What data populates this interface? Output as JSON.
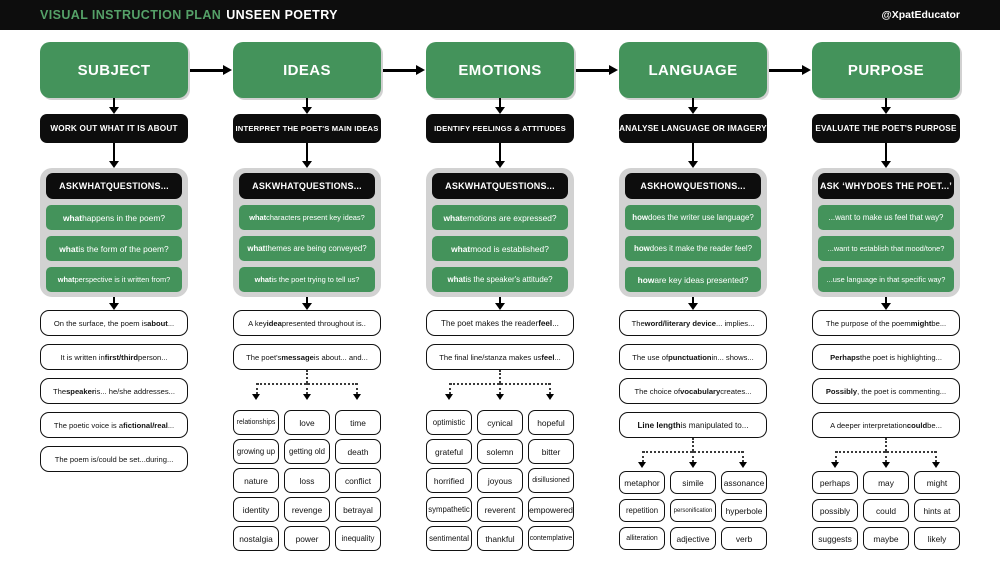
{
  "header": {
    "title_highlight": "VISUAL INSTRUCTION PLAN",
    "title_rest": "UNSEEN POETRY",
    "handle": "@XpatEducator"
  },
  "colors": {
    "green": "#44935b",
    "black": "#0d0d0d",
    "panel_gray": "#d2d2d2"
  },
  "columns": [
    {
      "title": "SUBJECT",
      "subtitle": "WORK OUT WHAT IT IS ABOUT",
      "ask": "ASK **WHAT** QUESTIONS...",
      "questions": [
        "**what** happens in the poem?",
        "**what** is the form of the poem?",
        "**what** perspective is it written from?"
      ],
      "statements": [
        "On the surface, the poem is **about**...",
        "It is written in **first/third** person...",
        "The **speaker** is... he/she addresses...",
        "The poetic voice is a **fictional/real**...",
        "The poem is/could be set...during..."
      ],
      "words": []
    },
    {
      "title": "IDEAS",
      "subtitle": "INTERPRET THE POET'S MAIN IDEAS",
      "ask": "ASK **WHAT** QUESTIONS...",
      "questions": [
        "**what** characters present key ideas?",
        "**what** themes are being conveyed?",
        "**what** is the poet trying to tell us?"
      ],
      "statements": [
        "A key **idea** presented throughout is..",
        "The poet's **message** is about... and..."
      ],
      "words": [
        "relationships",
        "love",
        "time",
        "growing up",
        "getting old",
        "death",
        "nature",
        "loss",
        "conflict",
        "identity",
        "revenge",
        "betrayal",
        "nostalgia",
        "power",
        "inequality"
      ]
    },
    {
      "title": "EMOTIONS",
      "subtitle": "IDENTIFY FEELINGS & ATTITUDES",
      "ask": "ASK **WHAT** QUESTIONS...",
      "questions": [
        "**what** emotions are expressed?",
        "**what** mood is established?",
        "**what** is the speaker's attitude?"
      ],
      "statements": [
        "The poet makes the reader **feel**...",
        "The final line/stanza makes us **feel**..."
      ],
      "words": [
        "optimistic",
        "cynical",
        "hopeful",
        "grateful",
        "solemn",
        "bitter",
        "horrified",
        "joyous",
        "disillusioned",
        "sympathetic",
        "reverent",
        "empowered",
        "sentimental",
        "thankful",
        "contemplative"
      ]
    },
    {
      "title": "LANGUAGE",
      "subtitle": "ANALYSE LANGUAGE OR IMAGERY",
      "ask": "ASK **HOW** QUESTIONS...",
      "questions": [
        "**how** does the writer use language?",
        "**how** does it make the reader feel?",
        "**how** are key ideas presented?"
      ],
      "statements": [
        "The **word/literary device**... implies...",
        "The use of **punctuation** in... shows...",
        "The choice of **vocabulary** creates...",
        "**Line length** is manipulated to..."
      ],
      "words": [
        "metaphor",
        "simile",
        "assonance",
        "repetition",
        "personification",
        "hyperbole",
        "alliteration",
        "adjective",
        "verb"
      ]
    },
    {
      "title": "PURPOSE",
      "subtitle": "EVALUATE THE POET'S PURPOSE",
      "ask": "ASK ‘**WHY** DOES THE POET...’",
      "questions": [
        "...want to make us feel that way?",
        "...want to establish that mood/tone?",
        "...use language in that specific way?"
      ],
      "statements": [
        "The purpose of the poem **might** be...",
        "**Perhaps** the poet is highlighting...",
        "**Possibly**, the poet is commenting...",
        "A deeper interpretation **could** be..."
      ],
      "words": [
        "perhaps",
        "may",
        "might",
        "possibly",
        "could",
        "hints at",
        "suggests",
        "maybe",
        "likely"
      ]
    }
  ]
}
